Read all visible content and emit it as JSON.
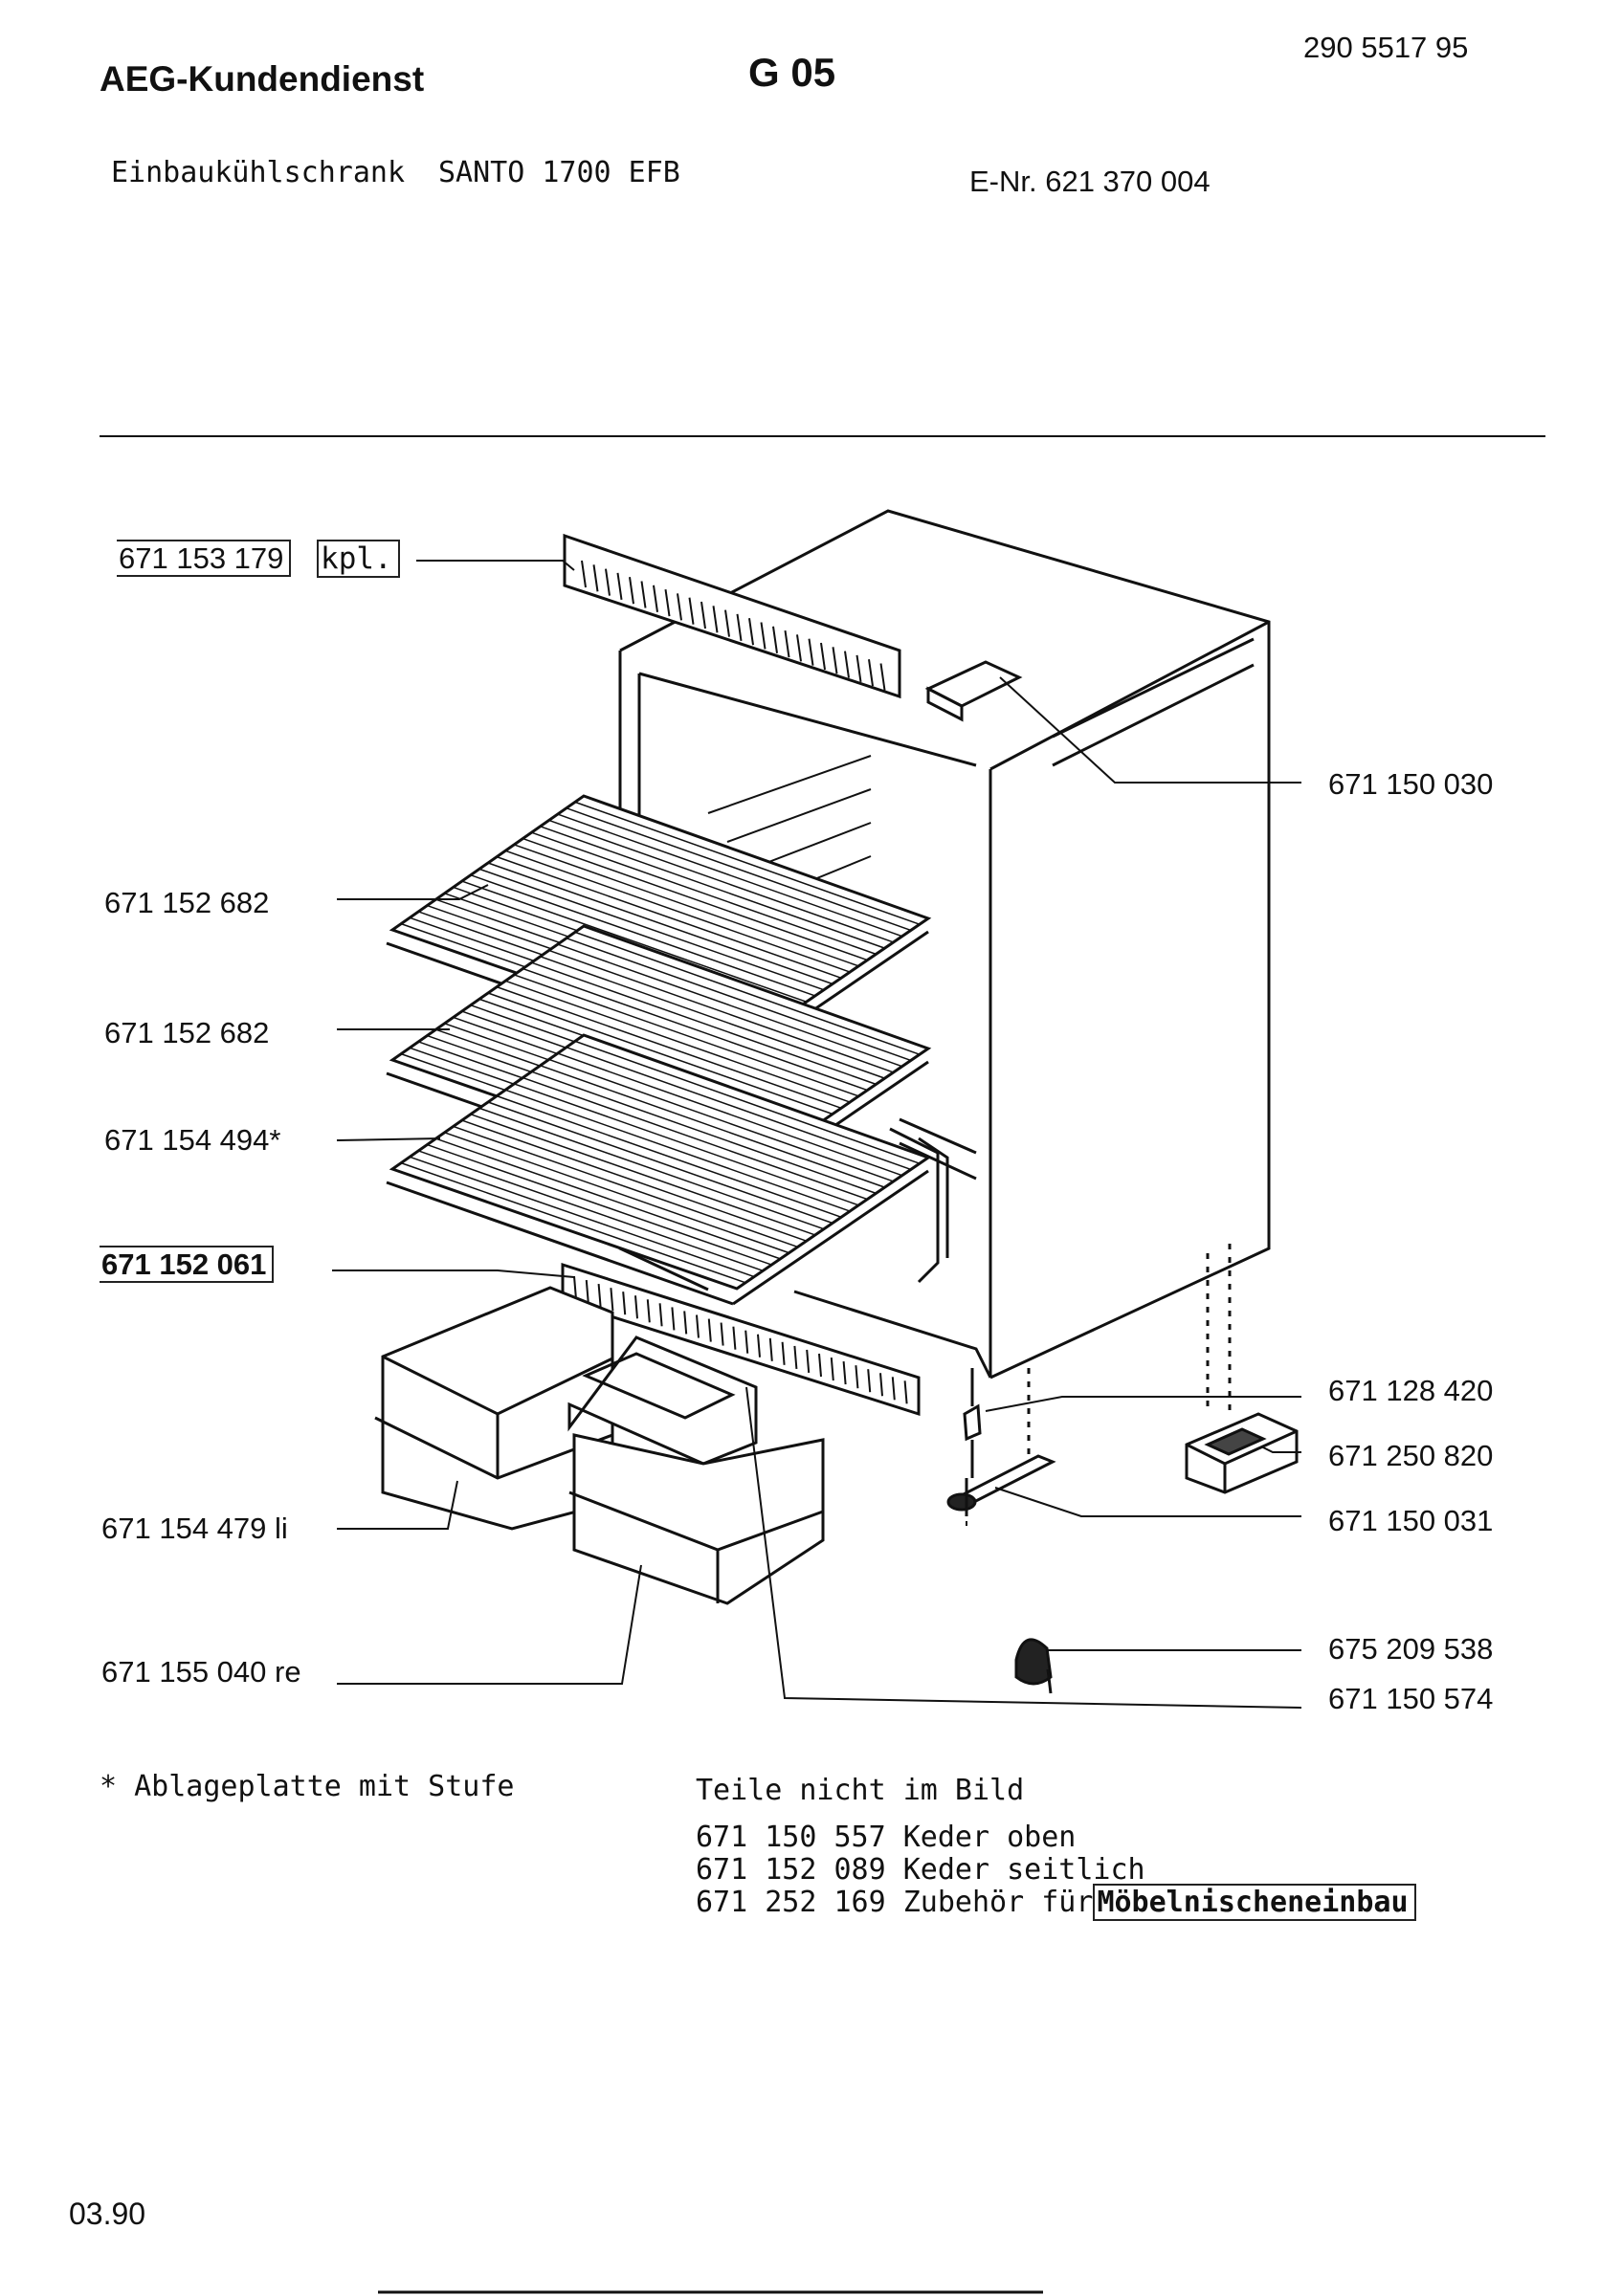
{
  "header": {
    "brand": "AEG-Kundendienst",
    "group_code": "G 05",
    "doc_number": "290 5517 95",
    "product_type": "Einbaukühlschrank",
    "model": "SANTO 1700 EFB",
    "e_number": "E-Nr. 621 370 004"
  },
  "parts": {
    "air_grille": {
      "number": "671 153 179",
      "suffix": "kpl."
    },
    "switch": {
      "number": "671 150 030"
    },
    "shelf_top": {
      "number": "671 152 682"
    },
    "shelf_middle": {
      "number": "671 152 682"
    },
    "shelf_step": {
      "number": "671 154 494*"
    },
    "bottle_rail": {
      "number": "671 152 061"
    },
    "crisper_left": {
      "number": "671 154 479 li"
    },
    "crisper_right": {
      "number": "671 155 040 re"
    },
    "hinge_pin": {
      "number": "671 128 420"
    },
    "hinge_cover": {
      "number": "671 250 820"
    },
    "lower_hinge": {
      "number": "671 150 031"
    },
    "foot": {
      "number": "675 209 538"
    },
    "crisper_cover": {
      "number": "671 150 574"
    }
  },
  "footnote": "* Ablageplatte mit Stufe",
  "not_shown": {
    "title": "Teile nicht im Bild",
    "items": [
      {
        "number": "671 150 557",
        "desc": "Keder oben"
      },
      {
        "number": "671 152 089",
        "desc": "Keder seitlich"
      },
      {
        "number": "671 252 169",
        "desc": "Zubehör für",
        "desc_boxed": "Möbelnischeneinbau"
      }
    ]
  },
  "date": "03.90"
}
